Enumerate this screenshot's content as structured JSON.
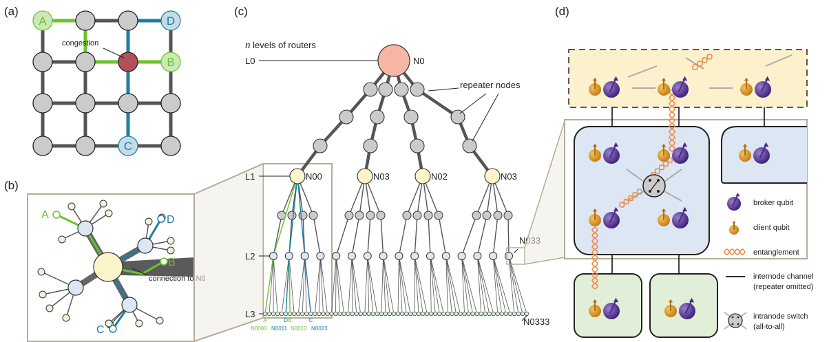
{
  "panels": {
    "a": "(a)",
    "b": "(b)",
    "c": "(c)",
    "d": "(d)"
  },
  "panel_a": {
    "A": "A",
    "B": "B",
    "C": "C",
    "D": "D",
    "congestion": "congestion"
  },
  "panel_b": {
    "A": "A",
    "B": "B",
    "C": "C",
    "D": "D",
    "connection": "connection to N0"
  },
  "panel_c": {
    "title_n": "n",
    "title_rest": " levels of routers",
    "levels": [
      "L0",
      "L1",
      "L2",
      "L3"
    ],
    "root": "N0",
    "level1": [
      "N00",
      "N03",
      "N02",
      "N03"
    ],
    "repeater": "repeater nodes",
    "n033": "N033",
    "n0333": "N0333",
    "leaf_letters": [
      "A",
      "D",
      "B",
      "C"
    ],
    "leaf_ids": [
      "N0000",
      "N0011",
      "N0012",
      "N0023"
    ]
  },
  "legend": {
    "broker": "broker qubit",
    "client": "client qubit",
    "entanglement": "entanglement",
    "channel": "internode channel",
    "channel_note": "(repeater omitted)",
    "switch": "intranode switch",
    "switch_note": "(all-to-all)"
  },
  "colors": {
    "green": "#6ac42c",
    "blue": "#1d7fa0",
    "congestion": "#b4505a",
    "root": "#f7b5a6",
    "router": "#fdf4cc",
    "node_gray": "#cbcbcb",
    "leaf": "#d9efd9",
    "light_blue": "#dde7f4",
    "broker": "#4b2a8a",
    "client": "#d8941c",
    "entangle": "#f08a4b"
  }
}
